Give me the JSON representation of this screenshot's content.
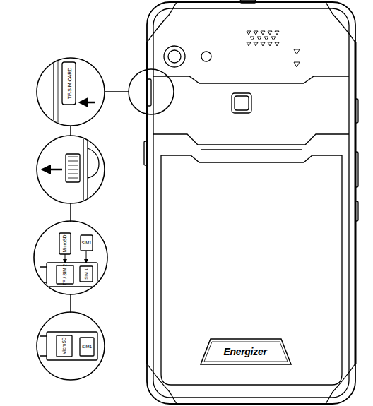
{
  "diagram": {
    "labels": [
      "TF/SIM CARD",
      "MicroSD",
      "SIM1",
      "TF / SIM 2",
      "SIM 1",
      "MicroSD",
      "SIM1",
      "Energizer"
    ]
  }
}
